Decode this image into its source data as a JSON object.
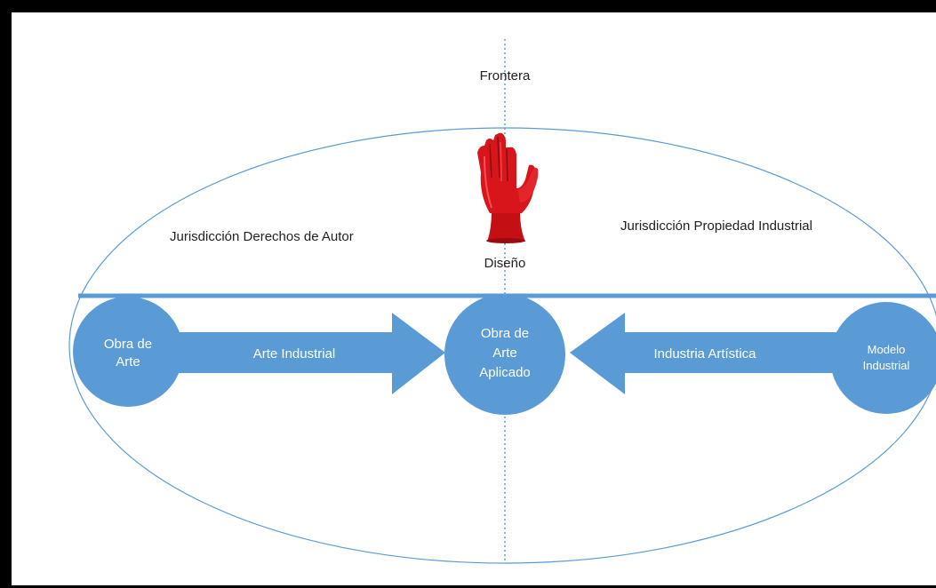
{
  "diagram": {
    "border_label": "Frontera",
    "left_region": "Jurisdicción Derechos de Autor",
    "right_region": "Jurisdicción Propiedad Industrial",
    "center_caption": "Diseño",
    "left_node": [
      "Obra de",
      "Arte"
    ],
    "center_node": [
      "Obra de",
      "Arte",
      "Aplicado"
    ],
    "right_node": [
      "Modelo",
      "Industrial"
    ],
    "left_arrow": "Arte Industrial",
    "right_arrow": "Industria Artística",
    "image_icon": "red-hand-chair-icon"
  },
  "colors": {
    "node_fill": "#5b9bd5",
    "line": "#5b9bd5",
    "chair": "#d7151b",
    "frame": "#000000"
  }
}
